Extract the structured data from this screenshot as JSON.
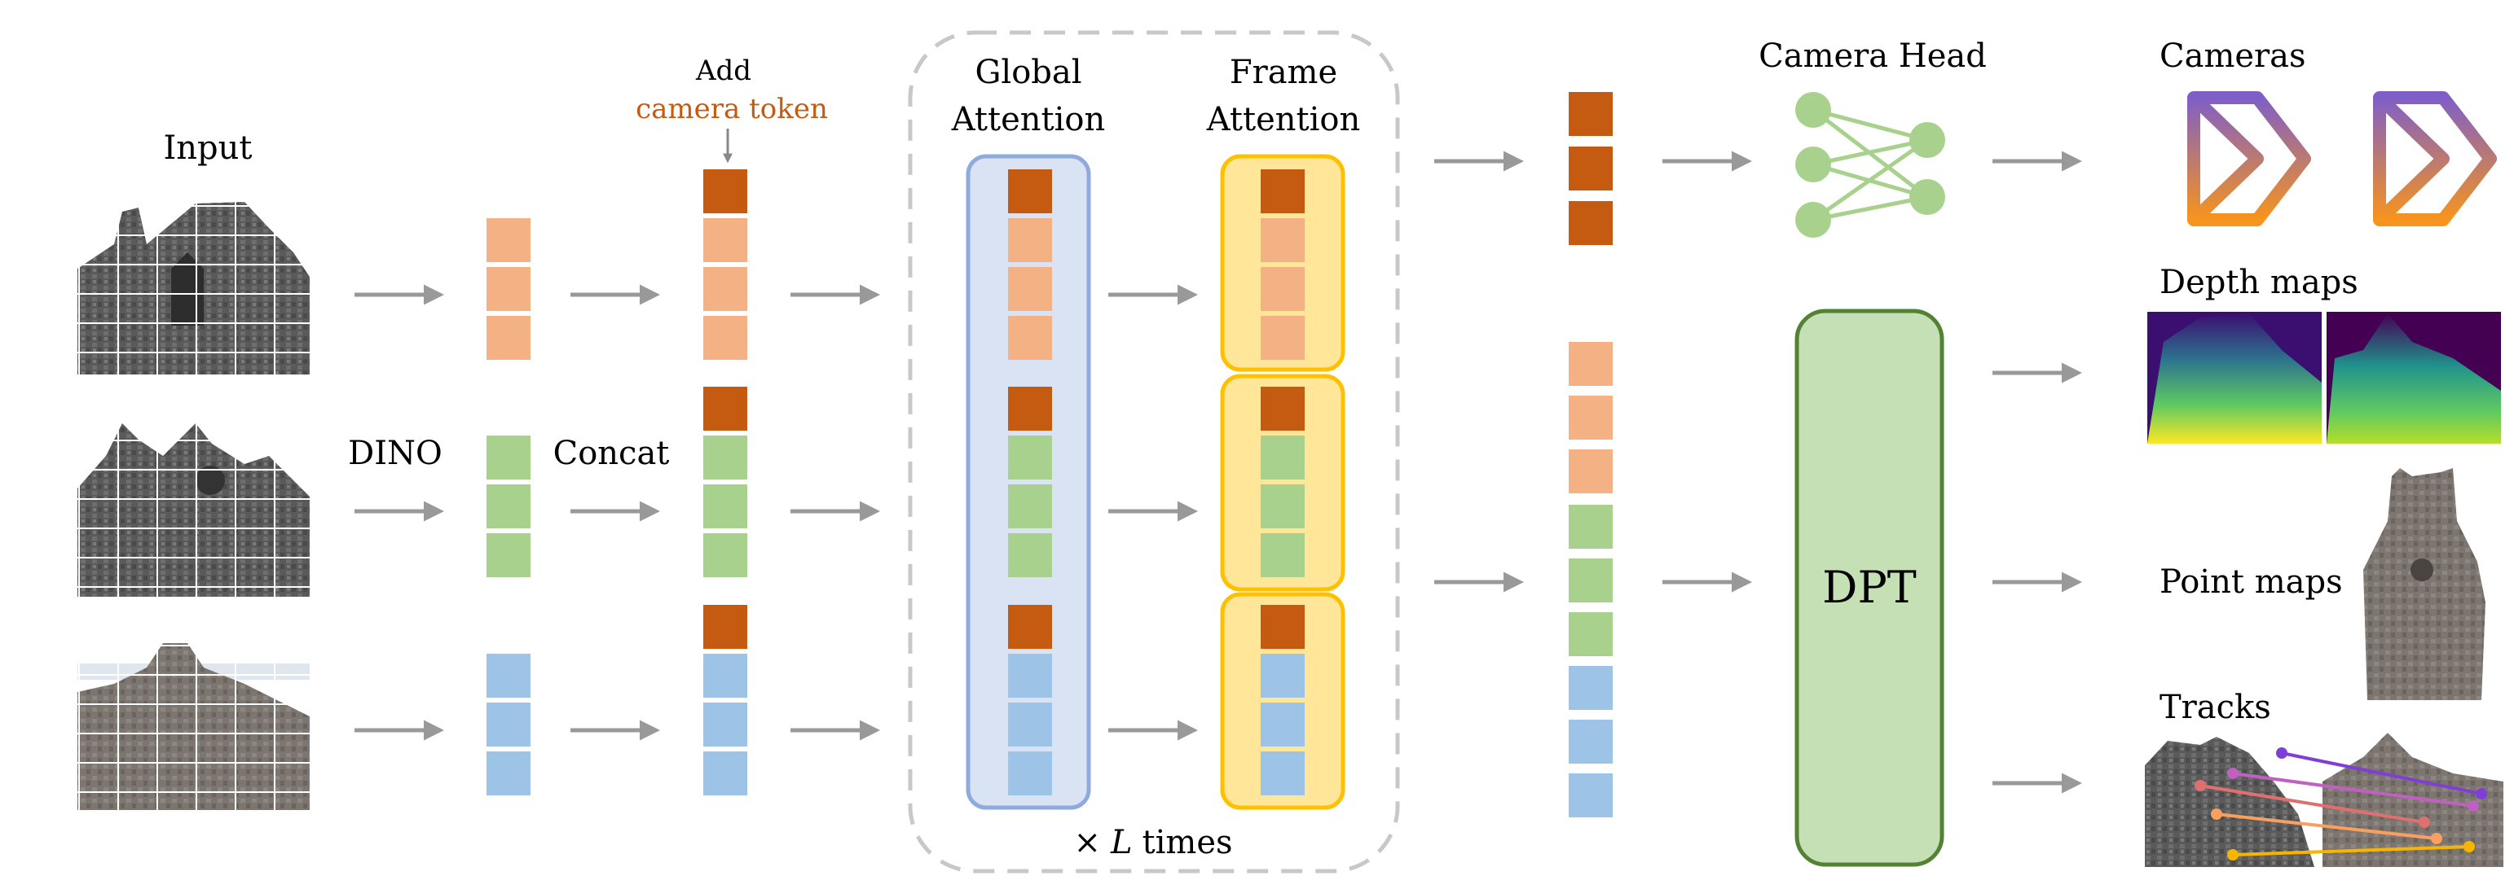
{
  "labels": {
    "input": "Input",
    "dino": "DINO",
    "concat": "Concat",
    "add": "Add",
    "camera_token": "camera token",
    "global_attention_1": "Global",
    "global_attention_2": "Attention",
    "frame_attention_1": "Frame",
    "frame_attention_2": "Attention",
    "times_prefix": "×",
    "times_var": "L",
    "times_suffix": "times",
    "camera_head": "Camera Head",
    "dpt": "DPT",
    "cameras": "Cameras",
    "depth_maps": "Depth maps",
    "point_maps": "Point maps",
    "tracks": "Tracks"
  },
  "colors": {
    "camera_token": "#c55a11",
    "frame1_tokens": "#f4b183",
    "frame2_tokens": "#a9d18e",
    "frame3_tokens": "#9dc3e6",
    "global_box_fill": "#dae3f3",
    "global_box_stroke": "#8faadc",
    "frame_box_fill": "#ffe699",
    "frame_box_stroke": "#ffc000",
    "head_green": "#c5e0b4",
    "head_green_dark": "#548235",
    "arrow": "#999999",
    "dashed": "#c8c8c8",
    "camera_top": "#7f5fc6",
    "camera_bottom": "#f7941d"
  }
}
